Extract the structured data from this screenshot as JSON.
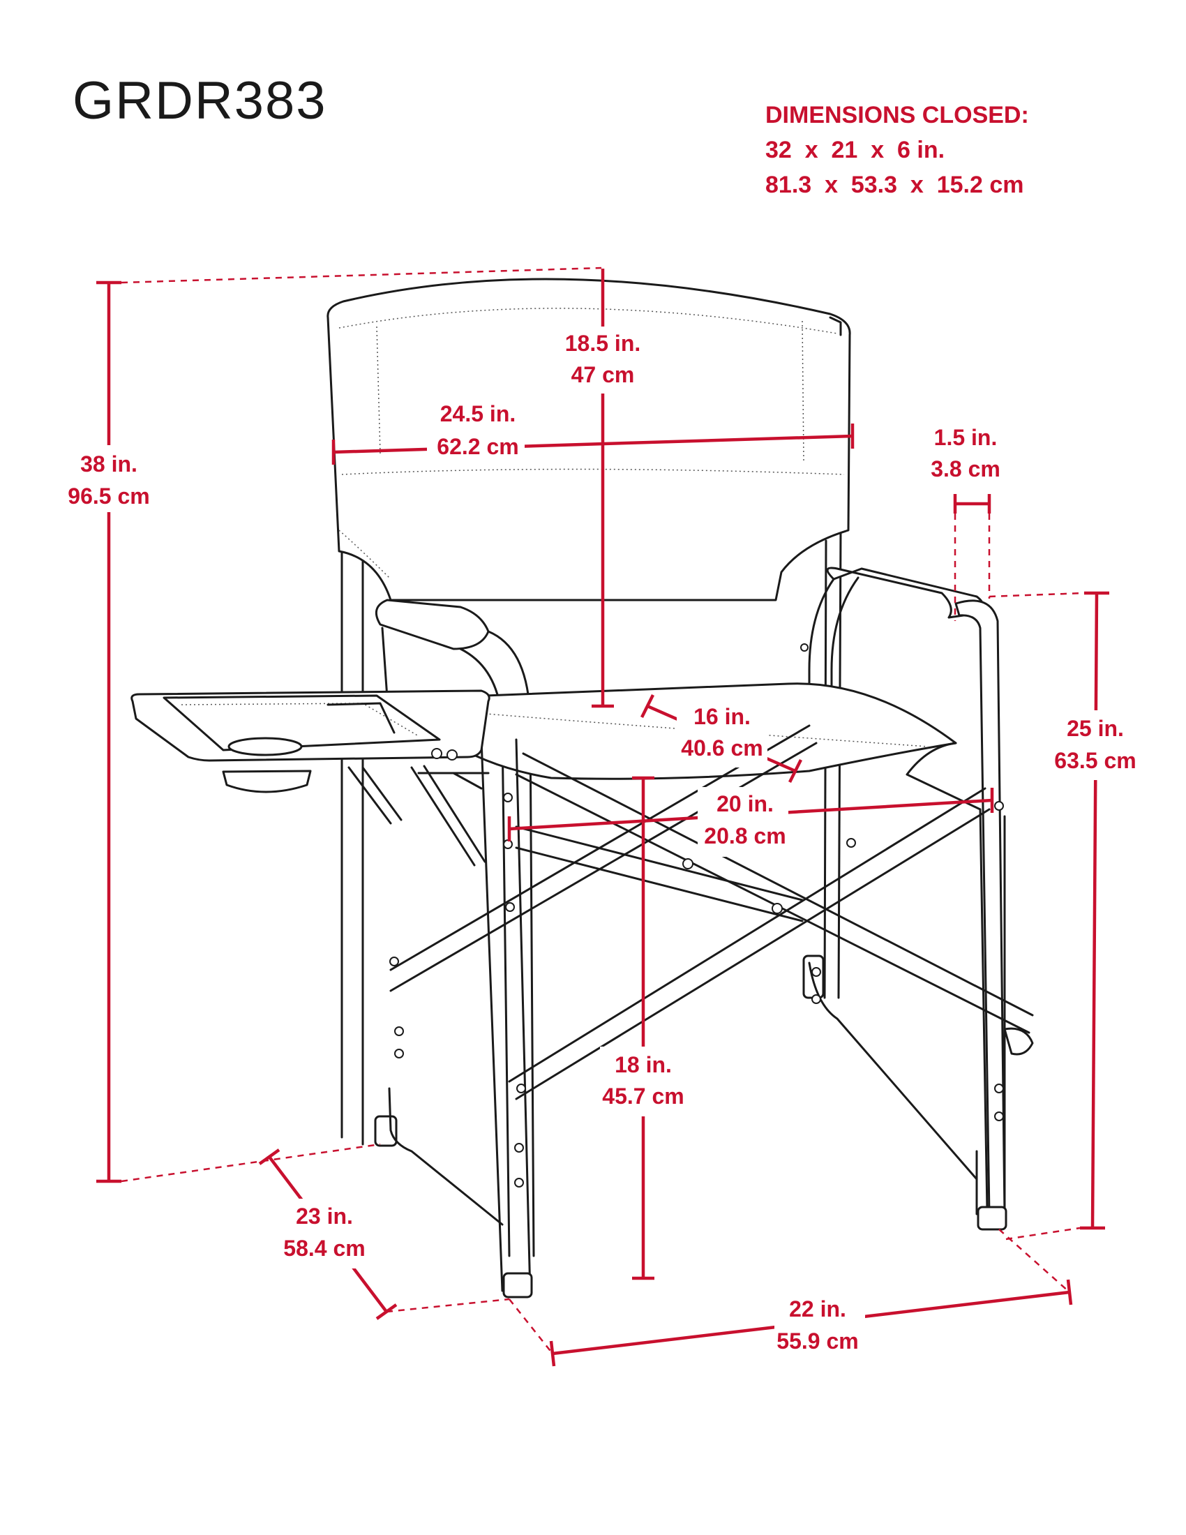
{
  "model": "GRDR383",
  "closed": {
    "heading": "DIMENSIONS CLOSED:",
    "imperial": "32  x  21  x  6 in.",
    "metric": "81.3  x  53.3  x  15.2 cm"
  },
  "dimensions": {
    "total_height": {
      "in": "38 in.",
      "cm": "96.5 cm"
    },
    "back_height": {
      "in": "18.5 in.",
      "cm": "47 cm"
    },
    "back_width": {
      "in": "24.5 in.",
      "cm": "62.2 cm"
    },
    "armrest_width": {
      "in": "1.5 in.",
      "cm": "3.8 cm"
    },
    "arm_height": {
      "in": "25 in.",
      "cm": "63.5 cm"
    },
    "seat_depth": {
      "in": "16 in.",
      "cm": "40.6 cm"
    },
    "seat_width": {
      "in": "20 in.",
      "cm": "20.8 cm"
    },
    "seat_height": {
      "in": "18 in.",
      "cm": "45.7 cm"
    },
    "base_depth": {
      "in": "23 in.",
      "cm": "58.4 cm"
    },
    "base_width": {
      "in": "22 in.",
      "cm": "55.9 cm"
    }
  },
  "colors": {
    "accent": "#c8102e",
    "line": "#1a1a1a"
  }
}
